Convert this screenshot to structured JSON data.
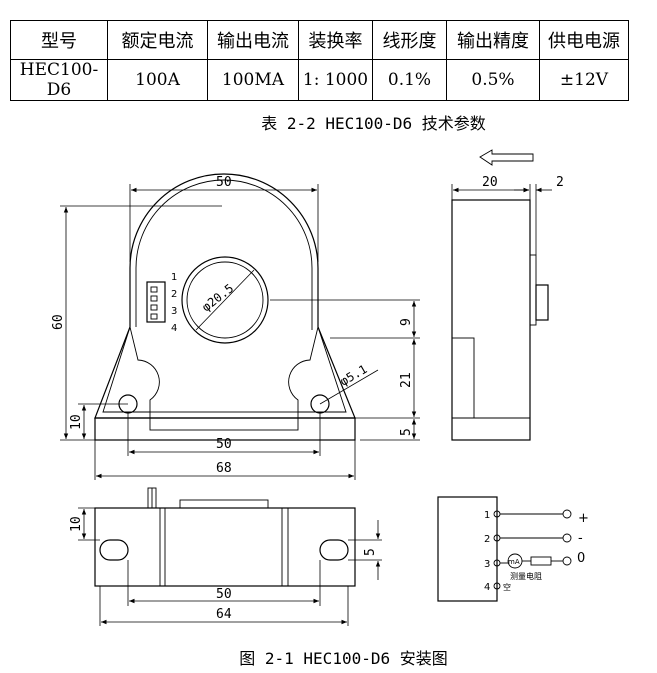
{
  "spec_table": {
    "headers": [
      "型号",
      "额定电流",
      "输出电流",
      "装换率",
      "线形度",
      "输出精度",
      "供电电源"
    ],
    "row": [
      "HEC100-D6",
      "100A",
      "100MA",
      "1: 1000",
      "0.1%",
      "0.5%",
      "±12V"
    ]
  },
  "table_caption": "表 2-2 HEC100-D6 技术参数",
  "figure_caption": "图 2-1 HEC100-D6 安装图",
  "dimensions": {
    "front_width": "50",
    "front_height": "60",
    "hole_dia": "φ20.5",
    "mount_hole_dia": "φ5.1",
    "base_height": "10",
    "base_inner_width": "50",
    "base_width": "68",
    "side_width": "20",
    "side_protrusion": "2",
    "side_9": "9",
    "side_21": "21",
    "side_5": "5",
    "bottom_height": "10",
    "bottom_slot": "5",
    "bottom_50": "50",
    "bottom_64": "64"
  },
  "connector_pins": [
    "1",
    "2",
    "3",
    "4"
  ],
  "wiring": {
    "pins": [
      "1",
      "2",
      "3",
      "4"
    ],
    "plus": "+",
    "minus": "-",
    "zero": "0",
    "pin4_label": "空",
    "meter_label": "mA",
    "resistor_label": "测量电阻"
  }
}
